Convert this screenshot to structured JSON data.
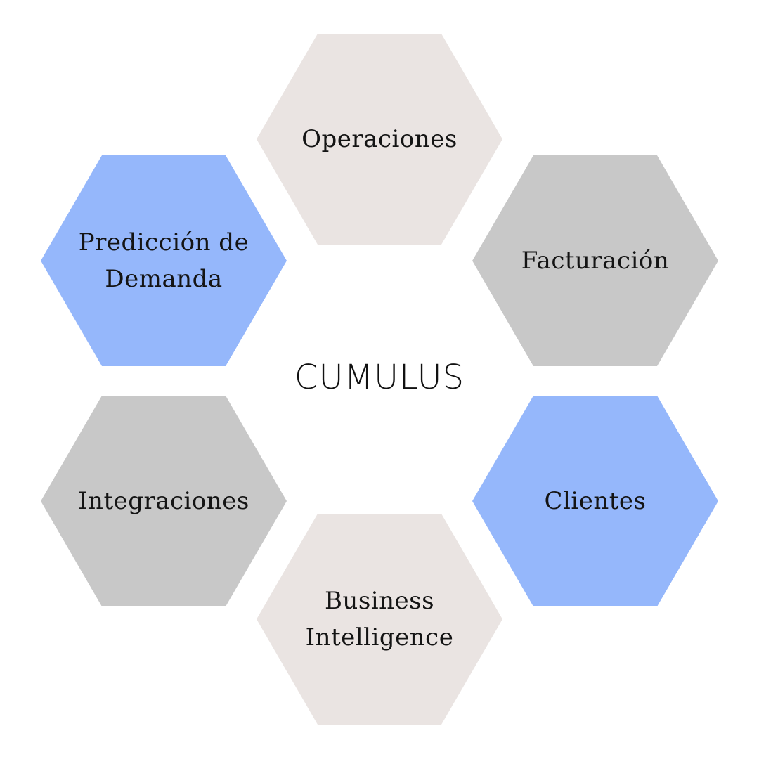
{
  "title": "CUMULUS",
  "colors": {
    "blue": "#95b7fb",
    "gray": "#c8c8c8",
    "beige": "#eae4e2",
    "text": "#141414"
  },
  "modules": [
    {
      "id": "operaciones",
      "lines": [
        "Operaciones"
      ],
      "color": "beige"
    },
    {
      "id": "facturacion",
      "lines": [
        "Facturación"
      ],
      "color": "gray"
    },
    {
      "id": "clientes",
      "lines": [
        "Clientes"
      ],
      "color": "blue"
    },
    {
      "id": "business-intelligence",
      "lines": [
        "Business",
        "Intelligence"
      ],
      "color": "beige"
    },
    {
      "id": "integraciones",
      "lines": [
        "Integraciones"
      ],
      "color": "gray"
    },
    {
      "id": "prediccion-de-demanda",
      "lines": [
        "Predicción de",
        "Demanda"
      ],
      "color": "blue"
    }
  ]
}
